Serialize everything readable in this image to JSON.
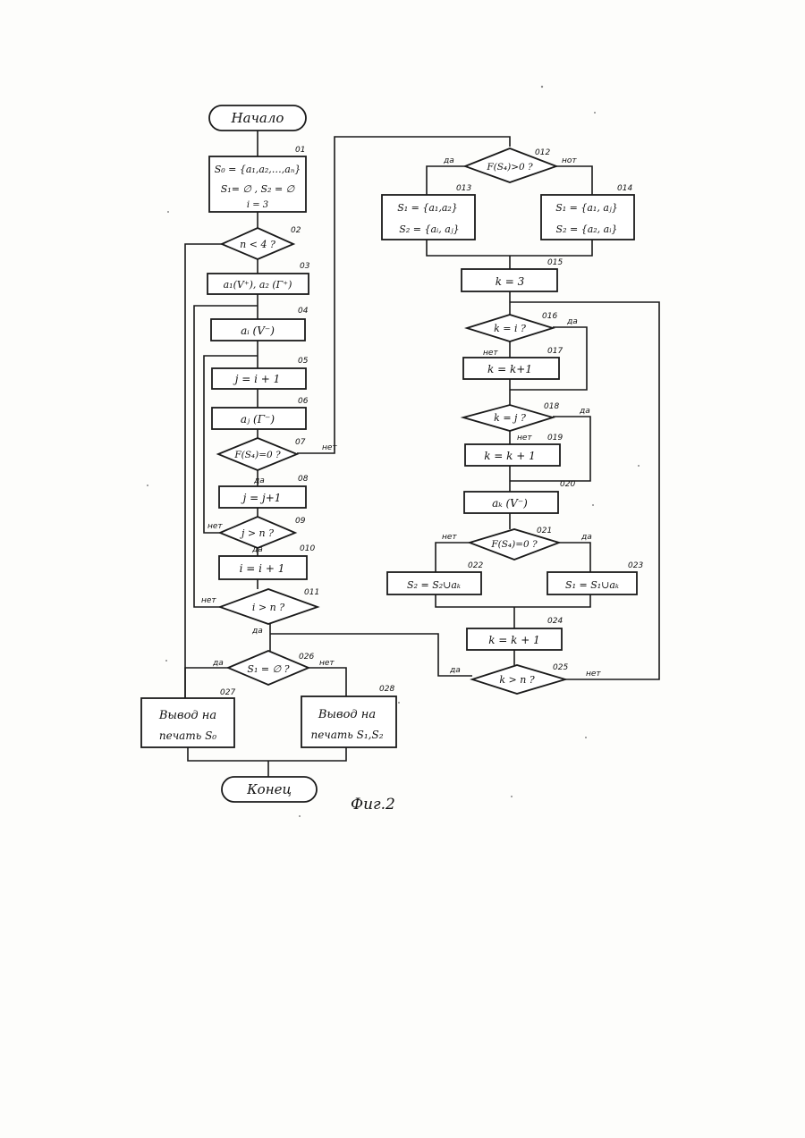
{
  "diagram": {
    "caption": "Фиг.2",
    "nodes": {
      "start": {
        "text": "Начало"
      },
      "end": {
        "text": "Конец"
      },
      "b01": {
        "id": "01",
        "lines": [
          "S₀ = {a₁,a₂,…,aₙ}",
          "S₁= ∅ ,  S₂ = ∅",
          "i = 3"
        ]
      },
      "b02": {
        "id": "02",
        "text": "n < 4 ?"
      },
      "b03": {
        "id": "03",
        "text": "a₁(V⁺),  a₂ (Γ⁺)"
      },
      "b04": {
        "id": "04",
        "text": "aᵢ (V⁻)"
      },
      "b05": {
        "id": "05",
        "text": "j = i + 1"
      },
      "b06": {
        "id": "06",
        "text": "aⱼ (Γ⁻)"
      },
      "b07": {
        "id": "07",
        "text": "F(S₄)=0 ?"
      },
      "b08": {
        "id": "08",
        "text": "j = j+1"
      },
      "b09": {
        "id": "09",
        "text": "j > n ?"
      },
      "b10": {
        "id": "010",
        "text": "i = i + 1"
      },
      "b11": {
        "id": "011",
        "text": "i > n ?"
      },
      "b12": {
        "id": "012",
        "text": "F(S₄)>0 ?"
      },
      "b13": {
        "id": "013",
        "lines": [
          "S₁ = {a₁,a₂}",
          "S₂ = {aᵢ, aⱼ}"
        ]
      },
      "b14": {
        "id": "014",
        "lines": [
          "S₁ = {a₁, aⱼ}",
          "S₂ = {a₂, aᵢ}"
        ]
      },
      "b15": {
        "id": "015",
        "text": "k = 3"
      },
      "b16": {
        "id": "016",
        "text": "k = i ?"
      },
      "b17": {
        "id": "017",
        "text": "k = k+1"
      },
      "b18": {
        "id": "018",
        "text": "k = j ?"
      },
      "b19": {
        "id": "019",
        "text": "k = k + 1"
      },
      "b20": {
        "id": "020",
        "text": "aₖ (V⁻)"
      },
      "b21": {
        "id": "021",
        "text": "F(S₄)=0 ?"
      },
      "b22": {
        "id": "022",
        "text": "S₂ = S₂∪aₖ"
      },
      "b23": {
        "id": "023",
        "text": "S₁ = S₁∪aₖ"
      },
      "b24": {
        "id": "024",
        "text": "k = k + 1"
      },
      "b25": {
        "id": "025",
        "text": "k > n ?"
      },
      "b26": {
        "id": "026",
        "text": "S₁ = ∅ ?"
      },
      "b27": {
        "id": "027",
        "lines": [
          "Вывод на",
          "печать S₀"
        ]
      },
      "b28": {
        "id": "028",
        "lines": [
          "Вывод на",
          "печать S₁,S₂"
        ]
      }
    },
    "labels": {
      "yes": "да",
      "no": "нет",
      "no_alt": "нот"
    }
  }
}
